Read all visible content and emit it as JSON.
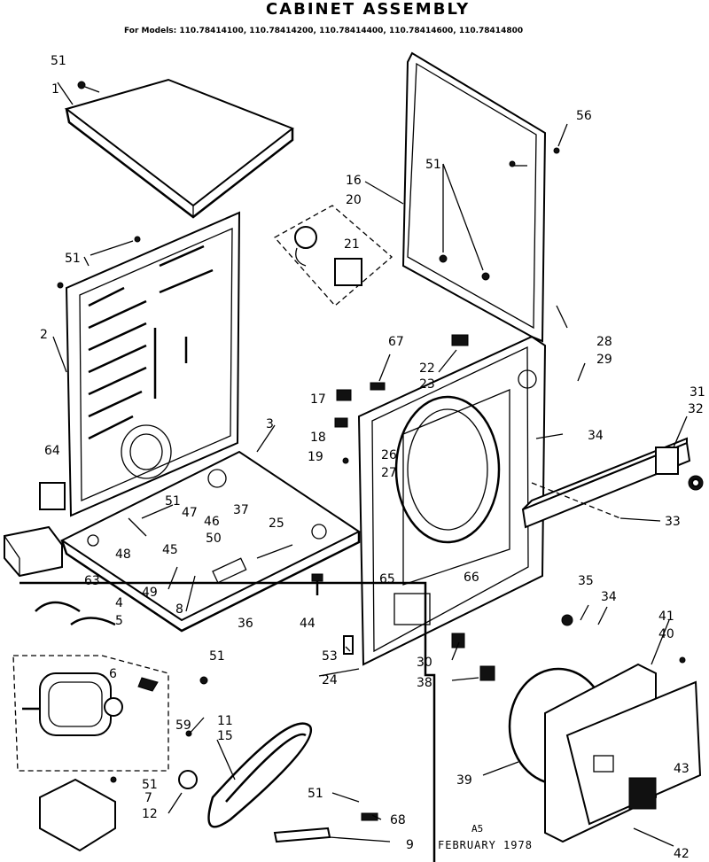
{
  "header": {
    "title": "CABINET ASSEMBLY",
    "models": "For Models: 110.78414100, 110.78414200, 110.78414400, 110.78414600, 110.78414800"
  },
  "footer": {
    "code": "A5",
    "date": "FEBRUARY 1978"
  },
  "part_labels": {
    "p1": "1",
    "p2": "2",
    "p3": "3",
    "p4": "4",
    "p5": "5",
    "p6": "6",
    "p7": "7",
    "p8": "8",
    "p9": "9",
    "p11": "11",
    "p12": "12",
    "p15": "15",
    "p16": "16",
    "p17": "17",
    "p18": "18",
    "p19": "19",
    "p20": "20",
    "p21": "21",
    "p22": "22",
    "p23": "23",
    "p24": "24",
    "p25": "25",
    "p26": "26",
    "p27": "27",
    "p28": "28",
    "p29": "29",
    "p30": "30",
    "p31": "31",
    "p32": "32",
    "p33": "33",
    "p34a": "34",
    "p34b": "34",
    "p35": "35",
    "p36": "36",
    "p37": "37",
    "p38": "38",
    "p39": "39",
    "p40": "40",
    "p41": "41",
    "p42": "42",
    "p43": "43",
    "p44": "44",
    "p45": "45",
    "p46": "46",
    "p47": "47",
    "p48": "48",
    "p49": "49",
    "p50": "50",
    "p51a": "51",
    "p51b": "51",
    "p51c": "51",
    "p51d": "51",
    "p51e": "51",
    "p51f": "51",
    "p51g": "51",
    "p53": "53",
    "p56": "56",
    "p59": "59",
    "p63": "63",
    "p64": "64",
    "p65": "65",
    "p66": "66",
    "p67": "67",
    "p68": "68"
  }
}
